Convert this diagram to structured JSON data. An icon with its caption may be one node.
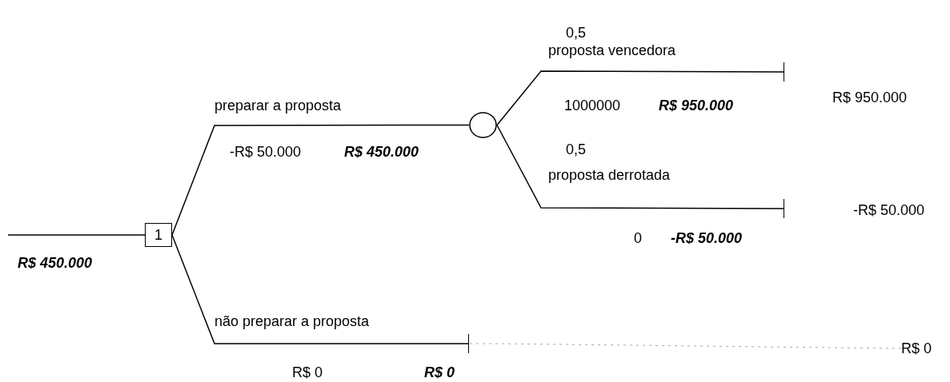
{
  "diagram": {
    "nodes": [
      {
        "text": [
          "1"
        ]
      },
      {
        "text": [],
        "shape": "circle"
      },
      {
        "text": [],
        "shape": "bar"
      },
      {
        "text": [],
        "shape": "bar"
      },
      {
        "text": [],
        "shape": "bar"
      },
      {
        "text": [
          "R$ 950.000"
        ]
      },
      {
        "text": [
          "-R$ 50.000"
        ]
      },
      {
        "text": [
          "R$ 0"
        ]
      }
    ],
    "edges": [
      {
        "from": null,
        "to": 0,
        "arrow": "none"
      },
      {
        "from": 0,
        "to": 1,
        "arrow": "none"
      },
      {
        "from": 0,
        "to": 4,
        "arrow": "none"
      },
      {
        "from": 1,
        "to": 2,
        "arrow": "none"
      },
      {
        "from": 1,
        "to": 3,
        "arrow": "none"
      },
      {
        "from": 4,
        "to": 7,
        "arrow": "none",
        "style": "dashed",
        "color": "#aaaaaa"
      }
    ],
    "labels": [
      "0,5",
      "proposta vencedora",
      "preparar a proposta",
      "1000000",
      "R$ 950.000",
      "-R$ 50.000",
      "R$ 450.000",
      "0,5",
      "proposta derrotada",
      "0",
      "-R$ 50.000",
      "R$ 450.000",
      "não preparar a proposta",
      "R$ 0",
      "R$ 0"
    ]
  }
}
